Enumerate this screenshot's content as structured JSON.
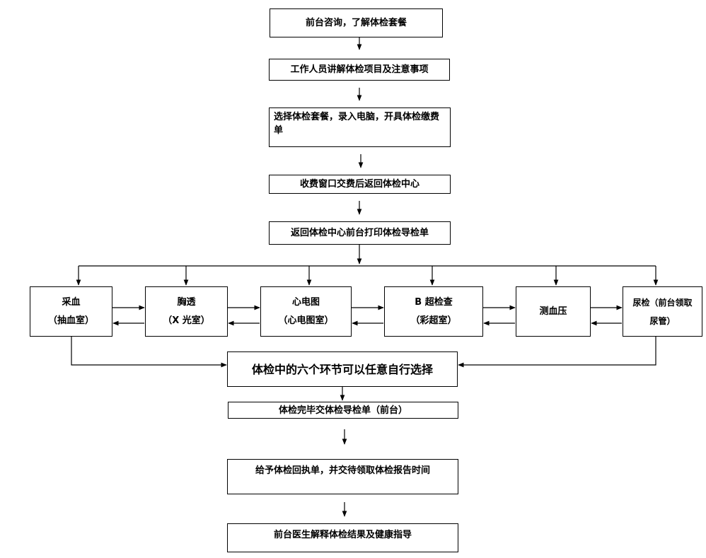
{
  "steps": {
    "consult": "前台咨询，了解体检套餐",
    "explain": "工作人员讲解体检项目及注意事项",
    "select": "选择体检套餐，录入电脑，开具体检缴费单",
    "pay": "收费窗口交费后返回体检中心",
    "print": "返回体检中心前台打印体检导检单",
    "choice_note": "体检中的六个环节可以任意自行选择",
    "submit": "体检完毕交体检导检单（前台）",
    "receipt": "给予体检回执单，并交待领取体检报告时间",
    "doctor": "前台医生解释体检结果及健康指导"
  },
  "stations": [
    {
      "name": "采血",
      "place": "（抽血室）"
    },
    {
      "name": "胸透",
      "place": "（X 光室）"
    },
    {
      "name": "心电图",
      "place": "（心电图室）"
    },
    {
      "name": "B 超检查",
      "place": "（彩超室）"
    },
    {
      "name": "测血压",
      "place": ""
    },
    {
      "name": "尿检（前台领取",
      "place": "尿管）"
    }
  ]
}
